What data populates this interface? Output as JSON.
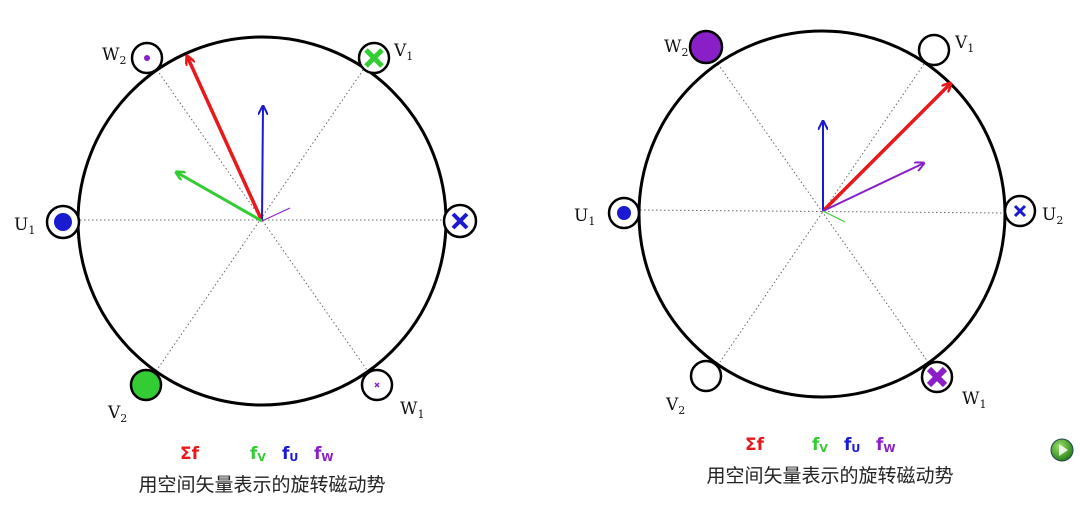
{
  "colors": {
    "sum": "#e8191c",
    "v": "#33cc33",
    "u": "#1a1ad0",
    "w": "#8a1fc8"
  },
  "legend": {
    "sum": "Σf",
    "v_main": "f",
    "v_sub": "V",
    "u_main": "f",
    "u_sub": "U",
    "w_main": "f",
    "w_sub": "W"
  },
  "caption": "用空间矢量表示的旋转磁动势",
  "left": {
    "labels": {
      "W2": "W",
      "V1": "V",
      "U1": "U",
      "V2": "V",
      "W1": "W"
    },
    "subs": {
      "W2": "2",
      "V1": "1",
      "U1": "1",
      "V2": "2",
      "W1": "1"
    }
  },
  "right": {
    "labels": {
      "W2": "W",
      "V1": "V",
      "U1": "U",
      "U2": "U",
      "V2": "V",
      "W1": "W"
    },
    "subs": {
      "W2": "2",
      "V1": "1",
      "U1": "1",
      "U2": "2",
      "V2": "2",
      "W1": "1"
    }
  },
  "play_button": "play-icon"
}
